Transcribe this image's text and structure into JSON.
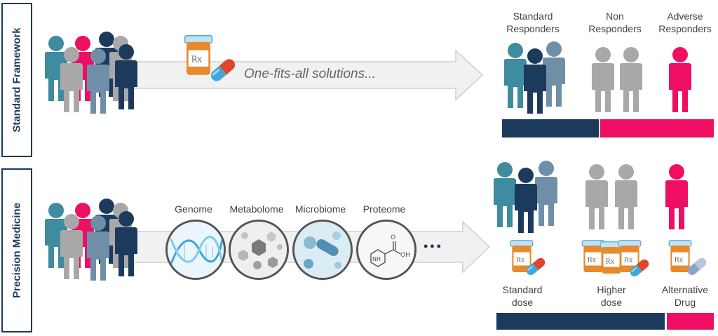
{
  "colors": {
    "navy": "#1b3a5c",
    "teal": "#3f8ba0",
    "steel": "#6f8fa8",
    "gray": "#a8a8a8",
    "magenta": "#ee0e62",
    "arrow_fill": "#f1f1f1",
    "arrow_stroke": "#cfcfcf",
    "pill_blue": "#43a6d8",
    "pill_red": "#e2432b",
    "bottle_orange": "#e8892d",
    "cap_blue": "#bfe3f5"
  },
  "standard": {
    "side_label": "Standard Framework",
    "arrow_text": "One-fits-all solutions...",
    "groups": [
      {
        "label": "Standard\nResponders"
      },
      {
        "label": "Non\nResponders"
      },
      {
        "label": "Adverse\nResponders"
      }
    ]
  },
  "precision": {
    "side_label": "Precision Medicine",
    "omics": [
      {
        "label": "Genome",
        "icon": "dna-icon"
      },
      {
        "label": "Metabolome",
        "icon": "molecules-icon"
      },
      {
        "label": "Microbiome",
        "icon": "microbes-icon"
      },
      {
        "label": "Proteome",
        "icon": "amino-acid-structure-icon"
      }
    ],
    "ellipsis": "•••",
    "outcomes": [
      {
        "label": "Standard\ndose",
        "icon": "single-pill-bottle-icon"
      },
      {
        "label": "Higher\ndose",
        "icon": "multiple-pill-bottles-icon"
      },
      {
        "label": "Alternative\nDrug",
        "icon": "alternative-pill-bottle-icon"
      }
    ]
  }
}
